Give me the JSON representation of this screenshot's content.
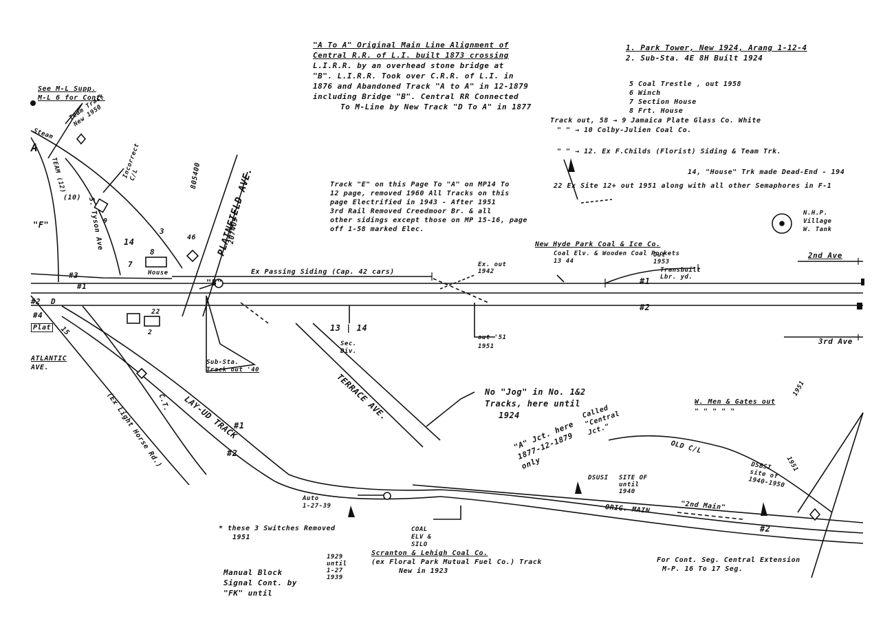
{
  "header_note": [
    "\"A To A\" Original Main Line Alignment of",
    "Central R.R. of L.I. built 1873 crossing",
    "L.I.R.R. by an overhead stone bridge at",
    "\"B\". L.I.R.R. Took over C.R.R. of L.I. in",
    "1876 and Abandoned Track \"A to A\" in 12-1879",
    "including Bridge \"B\". Central RR Connected",
    "To M-Line by New Track \"D To A\" in 1877"
  ],
  "legend": [
    "1. Park Tower, New 1924, Arang 1-12-4",
    "2. Sub-Sta. 4E    8H    Built 1924",
    "5   Coal Trestle , out 1958",
    "6   Winch",
    "7   Section House",
    "8   Frt. House",
    "Track out, 58 → 9  Jamaica Plate Glass Co. White",
    "\"  \"  → 10  Colby-Julien Coal Co.",
    "\"  \"  → 12.  Ex F.Childs (Florist) Siding & Team Trk.",
    "14, \"House\" Trk made Dead-End - 194",
    "22 Ex Site  12+  out 1951 along with all other Semaphores in F-1"
  ],
  "notes": {
    "track_e": [
      "Track \"E\" on this Page To \"A\" on MP14 To",
      "12 page, removed 1960 All Tracks on this",
      "page Electrified in 1943 - After 1951",
      "3rd Rail Removed Creedmoor Br. & all",
      "other sidings except those on MP 15-16, page",
      "off 1-58 marked Elec."
    ],
    "see_ml": [
      "See M-L Supp.",
      "M-L 6 for Cont."
    ],
    "no_jog": [
      "No \"Jog\" in No. 1&2",
      "Tracks, here until",
      "1924"
    ],
    "a_jct": [
      "\"A\" Jct. here",
      "1877-12-1879",
      "only"
    ],
    "central_jct": [
      "Called",
      "\"Central",
      "Jct.\""
    ],
    "wmen": [
      "W. Men & Gates out",
      "\"   \"   \"   \"   \""
    ],
    "switches_removed": [
      "* these 3 Switches Removed",
      "1951"
    ],
    "manual_block": [
      "Manual Block",
      "Signal Cont. by",
      "\"FK\" until"
    ],
    "scranton": [
      "Scranton & Lehigh Coal Co.",
      "(ex Floral Park Mutual Fuel Co.) Track",
      "New in 1923"
    ],
    "cont_seg": [
      "For Cont. Seg. Central Extension",
      "M-P. 16 To 17 Seg."
    ],
    "nhp_coal": [
      "New Hyde Park Coal & Ice Co."
    ],
    "coal_pockets": [
      "Coal Elv. & Wooden Coal Pockets",
      "13 44"
    ],
    "out1953": [
      "Out",
      "1953"
    ],
    "transbuilt": [
      "Transbuilt",
      "Lbr. yd."
    ],
    "sub_sta_note": [
      "Sub-Sta.",
      "Track out '40"
    ],
    "dsusi": [
      "DSUSI",
      "SITE OF",
      "until",
      "1940"
    ],
    "site1940": [
      "DSBSI",
      "site of",
      "1940-1950"
    ],
    "coal_elev_silo": [
      "COAL",
      "ELV &",
      "SILO"
    ],
    "nhp_village": [
      "N.H.P.",
      "Village",
      "W. Tank"
    ]
  },
  "labels": {
    "ex_passing": "Ex Passing Siding (Cap. 42 cars)",
    "plainfield": "PLAINFIELD AVE.",
    "bob_num": "805400",
    "num_207405": "207405",
    "terrace": "TERRACE AVE.",
    "tyson": "S. Tyson Ave",
    "atlantic": [
      "ATLANTIC",
      "AVE."
    ],
    "light_horse": "(Ex Light Horse Rd.)",
    "lay_ud_track": "LAY-UD TRACK",
    "second_ave": "2nd Ave",
    "third_ave": "3rd Ave",
    "sec_div": [
      "Sec.",
      "Div."
    ],
    "mp_13_14": "13 | 14",
    "track_1": "#1",
    "track_2": "#2",
    "track_3": "#3",
    "track_4": "#4",
    "orig_main": "ORIG. MAIN",
    "old_cl": "OLD   C/L",
    "second_main": "\"2nd Main\"",
    "team_track": [
      "Team Track",
      "New 1950"
    ],
    "incorrect_cl": [
      "Incorrect",
      "C/L"
    ],
    "steam": "Steam",
    "label_f": "\"F\"",
    "label_a": "A",
    "label_b": "\"B\"",
    "label_d": "D",
    "plat": "Plat",
    "house": "House",
    "ex_out_1942": [
      "Ex. out",
      "1942"
    ],
    "out_1951": [
      "out '51",
      "1951"
    ],
    "auto": [
      "Auto",
      "1-27-39"
    ],
    "untl": [
      "1929",
      "until",
      "1-27",
      "1939"
    ],
    "num_1951": "1951",
    "num_1951b": "1951",
    "num_46": "46",
    "num_14": "14",
    "num_8": "8",
    "num_7": "7",
    "num_9": "9",
    "num_10": "(10)",
    "num_12": "TEAM (12)",
    "num_22": "22",
    "num_2": "2",
    "num_15": "15",
    "num_3": "3",
    "num_ct": "C.T."
  },
  "colors": {
    "ink": "#111111",
    "paper": "#ffffff"
  }
}
